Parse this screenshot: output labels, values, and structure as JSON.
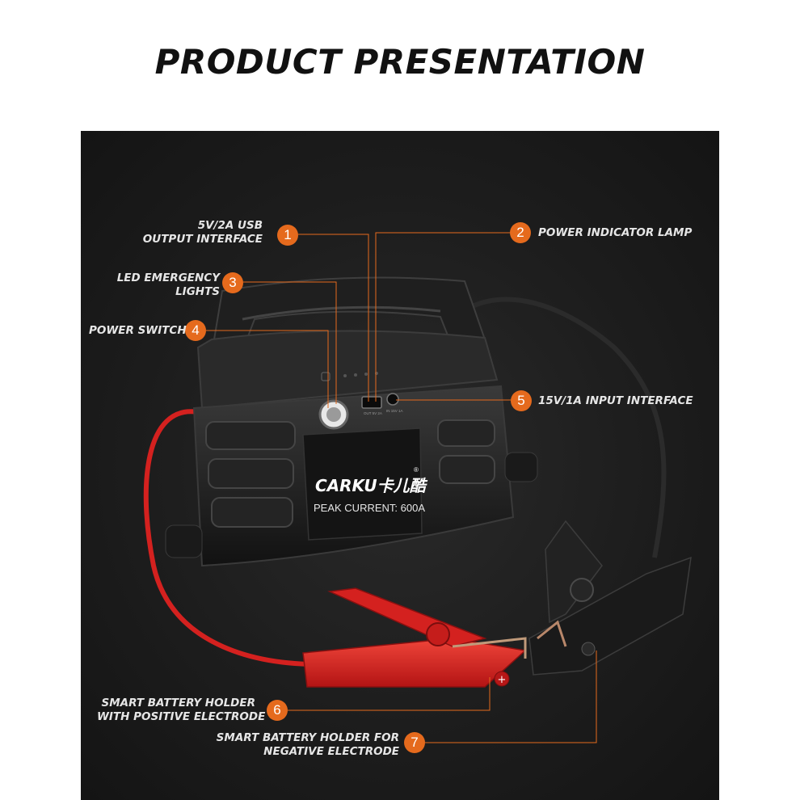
{
  "title": "PRODUCT PRESENTATION",
  "device": {
    "brand": "CARKU卡儿酷",
    "registered_mark": "®",
    "peak_current": "PEAK CURRENT: 600A",
    "port_out_label": "OUT 5V 2A",
    "port_in_label": "IN 15V 1A"
  },
  "callouts": [
    {
      "number": "1",
      "label": "5V/2A USB\nOUTPUT INTERFACE"
    },
    {
      "number": "2",
      "label": "POWER INDICATOR LAMP"
    },
    {
      "number": "3",
      "label": "LED EMERGENCY\nLIGHTS"
    },
    {
      "number": "4",
      "label": "POWER SWITCH"
    },
    {
      "number": "5",
      "label": "15V/1A INPUT INTERFACE"
    },
    {
      "number": "6",
      "label": "SMART BATTERY HOLDER\nWITH POSITIVE ELECTRODE"
    },
    {
      "number": "7",
      "label": "SMART BATTERY HOLDER FOR\nNEGATIVE ELECTRODE"
    }
  ],
  "colors": {
    "accent": "#e56a1d",
    "panel": "#1d1d1d",
    "positive_clamp": "#d4211f",
    "negative_clamp": "#1a1a1a"
  }
}
